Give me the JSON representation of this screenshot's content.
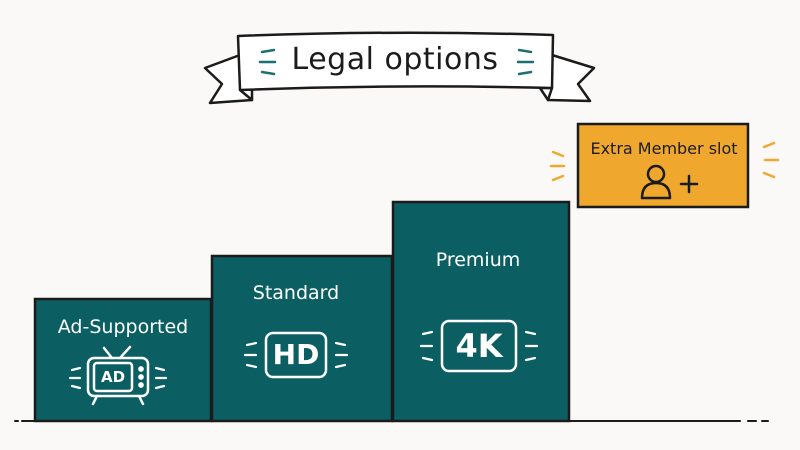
{
  "title": "Legal options",
  "colors": {
    "tier_fill": "#0b5f62",
    "addon_fill": "#f0a72e",
    "ink": "#1b1b1b",
    "accent": "#1d6f72"
  },
  "tiers": [
    {
      "name": "Ad-Supported",
      "badge": "AD",
      "icon": "tv-icon",
      "level": 1
    },
    {
      "name": "Standard",
      "badge": "HD",
      "icon": "hd-badge-icon",
      "level": 2
    },
    {
      "name": "Premium",
      "badge": "4K",
      "icon": "4k-badge-icon",
      "level": 3
    }
  ],
  "addon": {
    "label": "Extra Member slot",
    "icon": "person-plus-icon",
    "symbol": "+"
  }
}
